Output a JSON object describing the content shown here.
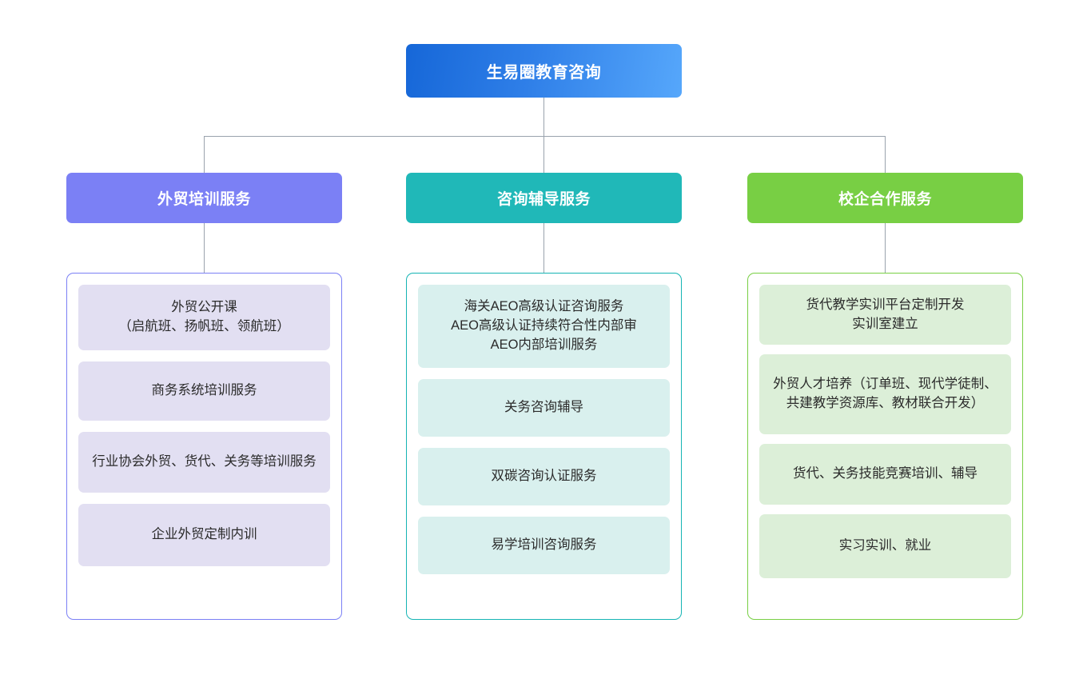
{
  "diagram": {
    "type": "organizational-chart",
    "root": {
      "label": "生易圈教育咨询",
      "color": "#2f7fe8"
    },
    "branches": [
      {
        "label": "外贸培训服务",
        "color": "#7b80f5",
        "leaf_color": "#e2dff2",
        "items": [
          "外贸公开课\n（启航班、扬帆班、领航班）",
          "商务系统培训服务",
          "行业协会外贸、货代、关务等培训服务",
          "企业外贸定制内训"
        ]
      },
      {
        "label": "咨询辅导服务",
        "color": "#20b8b8",
        "leaf_color": "#d9f0ee",
        "items": [
          "海关AEO高级认证咨询服务\nAEO高级认证持续符合性内部审\nAEO内部培训服务",
          "关务咨询辅导",
          "双碳咨询认证服务",
          "易学培训咨询服务"
        ]
      },
      {
        "label": "校企合作服务",
        "color": "#78cf44",
        "leaf_color": "#dcefd8",
        "items": [
          "货代教学实训平台定制开发\n实训室建立",
          "外贸人才培养（订单班、现代学徒制、共建教学资源库、教材联合开发）",
          "货代、关务技能竞赛培训、辅导",
          "实习实训、就业"
        ]
      }
    ]
  }
}
